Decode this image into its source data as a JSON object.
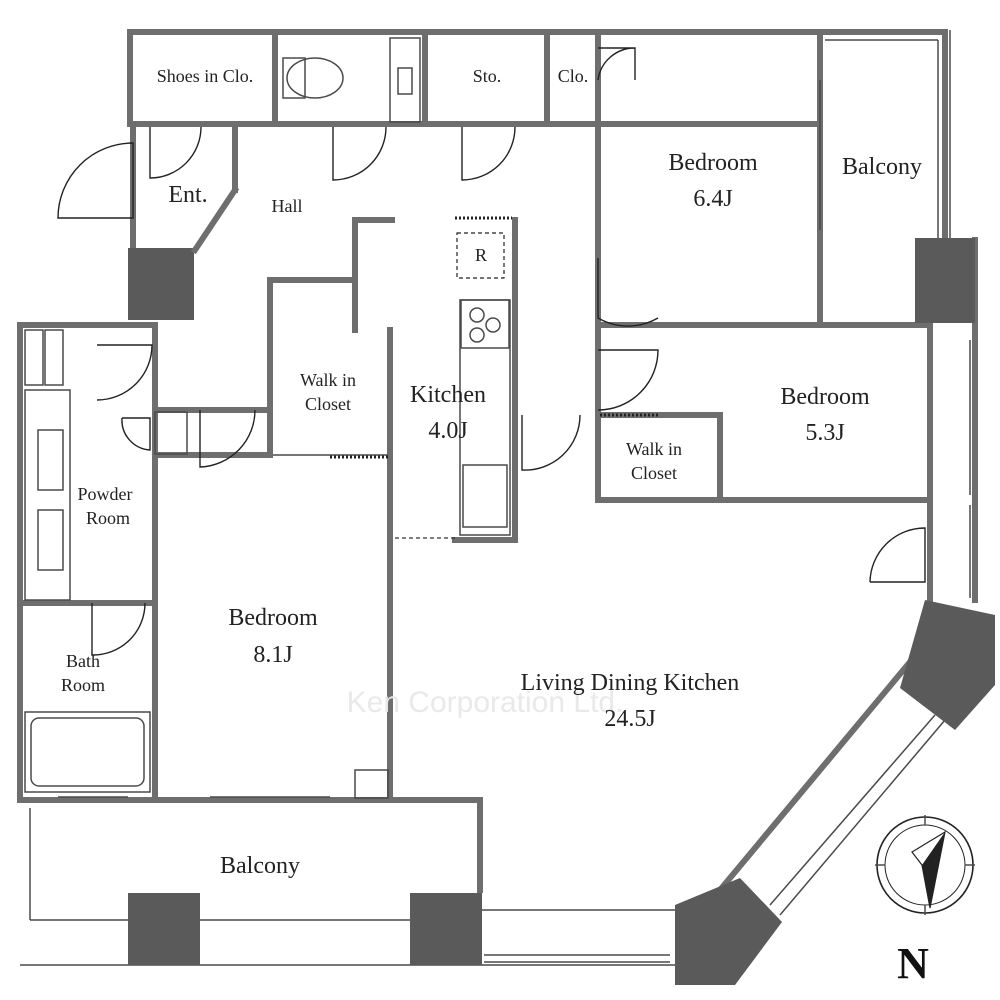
{
  "rooms": {
    "shoes_closet": "Shoes in Clo.",
    "storage": "Sto.",
    "closet": "Clo.",
    "entrance": "Ent.",
    "hall": "Hall",
    "bedroom_ne_name": "Bedroom",
    "bedroom_ne_size": "6.4J",
    "balcony_east": "Balcony",
    "bedroom_e_name": "Bedroom",
    "bedroom_e_size": "5.3J",
    "walkin_1_line1": "Walk in",
    "walkin_1_line2": "Closet",
    "walkin_2_line1": "Walk in",
    "walkin_2_line2": "Closet",
    "kitchen_name": "Kitchen",
    "kitchen_size": "4.0J",
    "fridge": "R",
    "powder_line1": "Powder",
    "powder_line2": "Room",
    "bath_line1": "Bath",
    "bath_line2": "Room",
    "bedroom_w_name": "Bedroom",
    "bedroom_w_size": "8.1J",
    "ldk_name": "Living Dining Kitchen",
    "ldk_size": "24.5J",
    "balcony_south": "Balcony"
  },
  "watermark": "Ken Corporation Ltd.",
  "compass": {
    "north_label": "N"
  }
}
